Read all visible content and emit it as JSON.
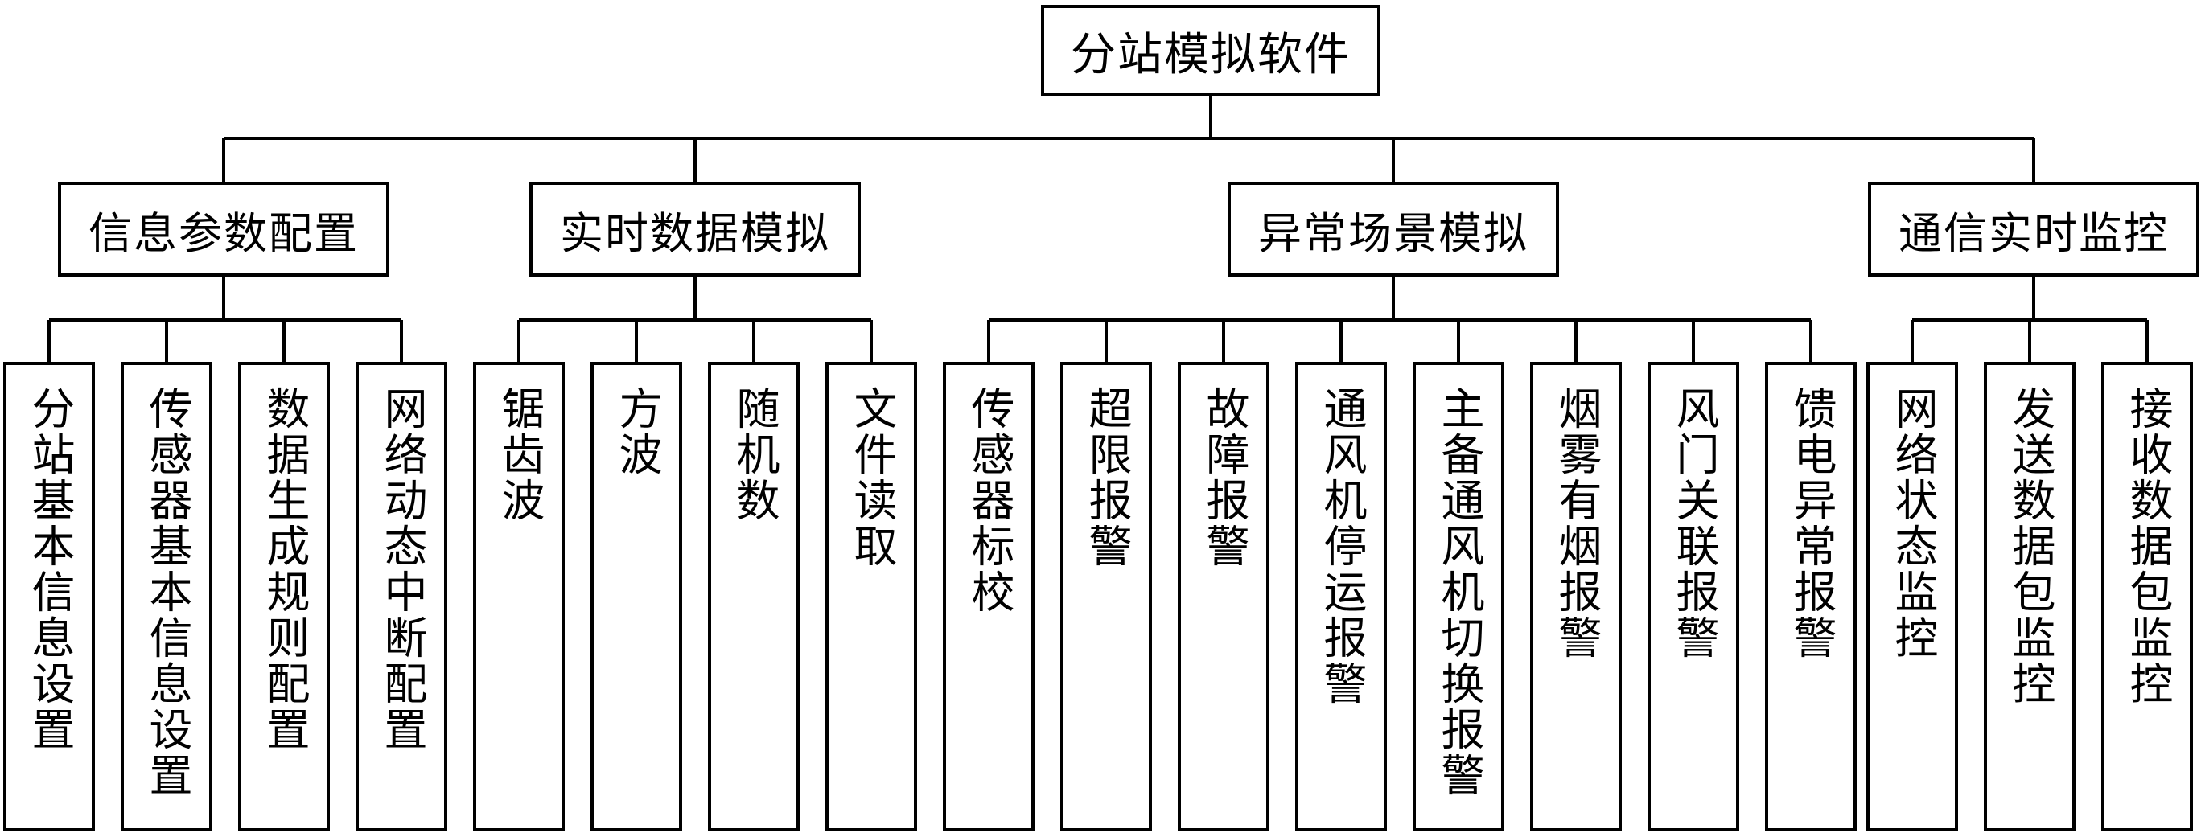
{
  "root": {
    "label": "分站模拟软件"
  },
  "categories": [
    {
      "label": "信息参数配置",
      "children": [
        "分站基本信息设置",
        "传感器基本信息设置",
        "数据生成规则配置",
        "网络动态中断配置"
      ]
    },
    {
      "label": "实时数据模拟",
      "children": [
        "锯齿波",
        "方波",
        "随机数",
        "文件读取"
      ]
    },
    {
      "label": "异常场景模拟",
      "children": [
        "传感器标校",
        "超限报警",
        "故障报警",
        "通风机停运报警",
        "主备通风机切换报警",
        "烟雾有烟报警",
        "风门关联报警",
        "馈电异常报警"
      ]
    },
    {
      "label": "通信实时监控",
      "children": [
        "网络状态监控",
        "发送数据包监控",
        "接收数据包监控"
      ]
    }
  ]
}
